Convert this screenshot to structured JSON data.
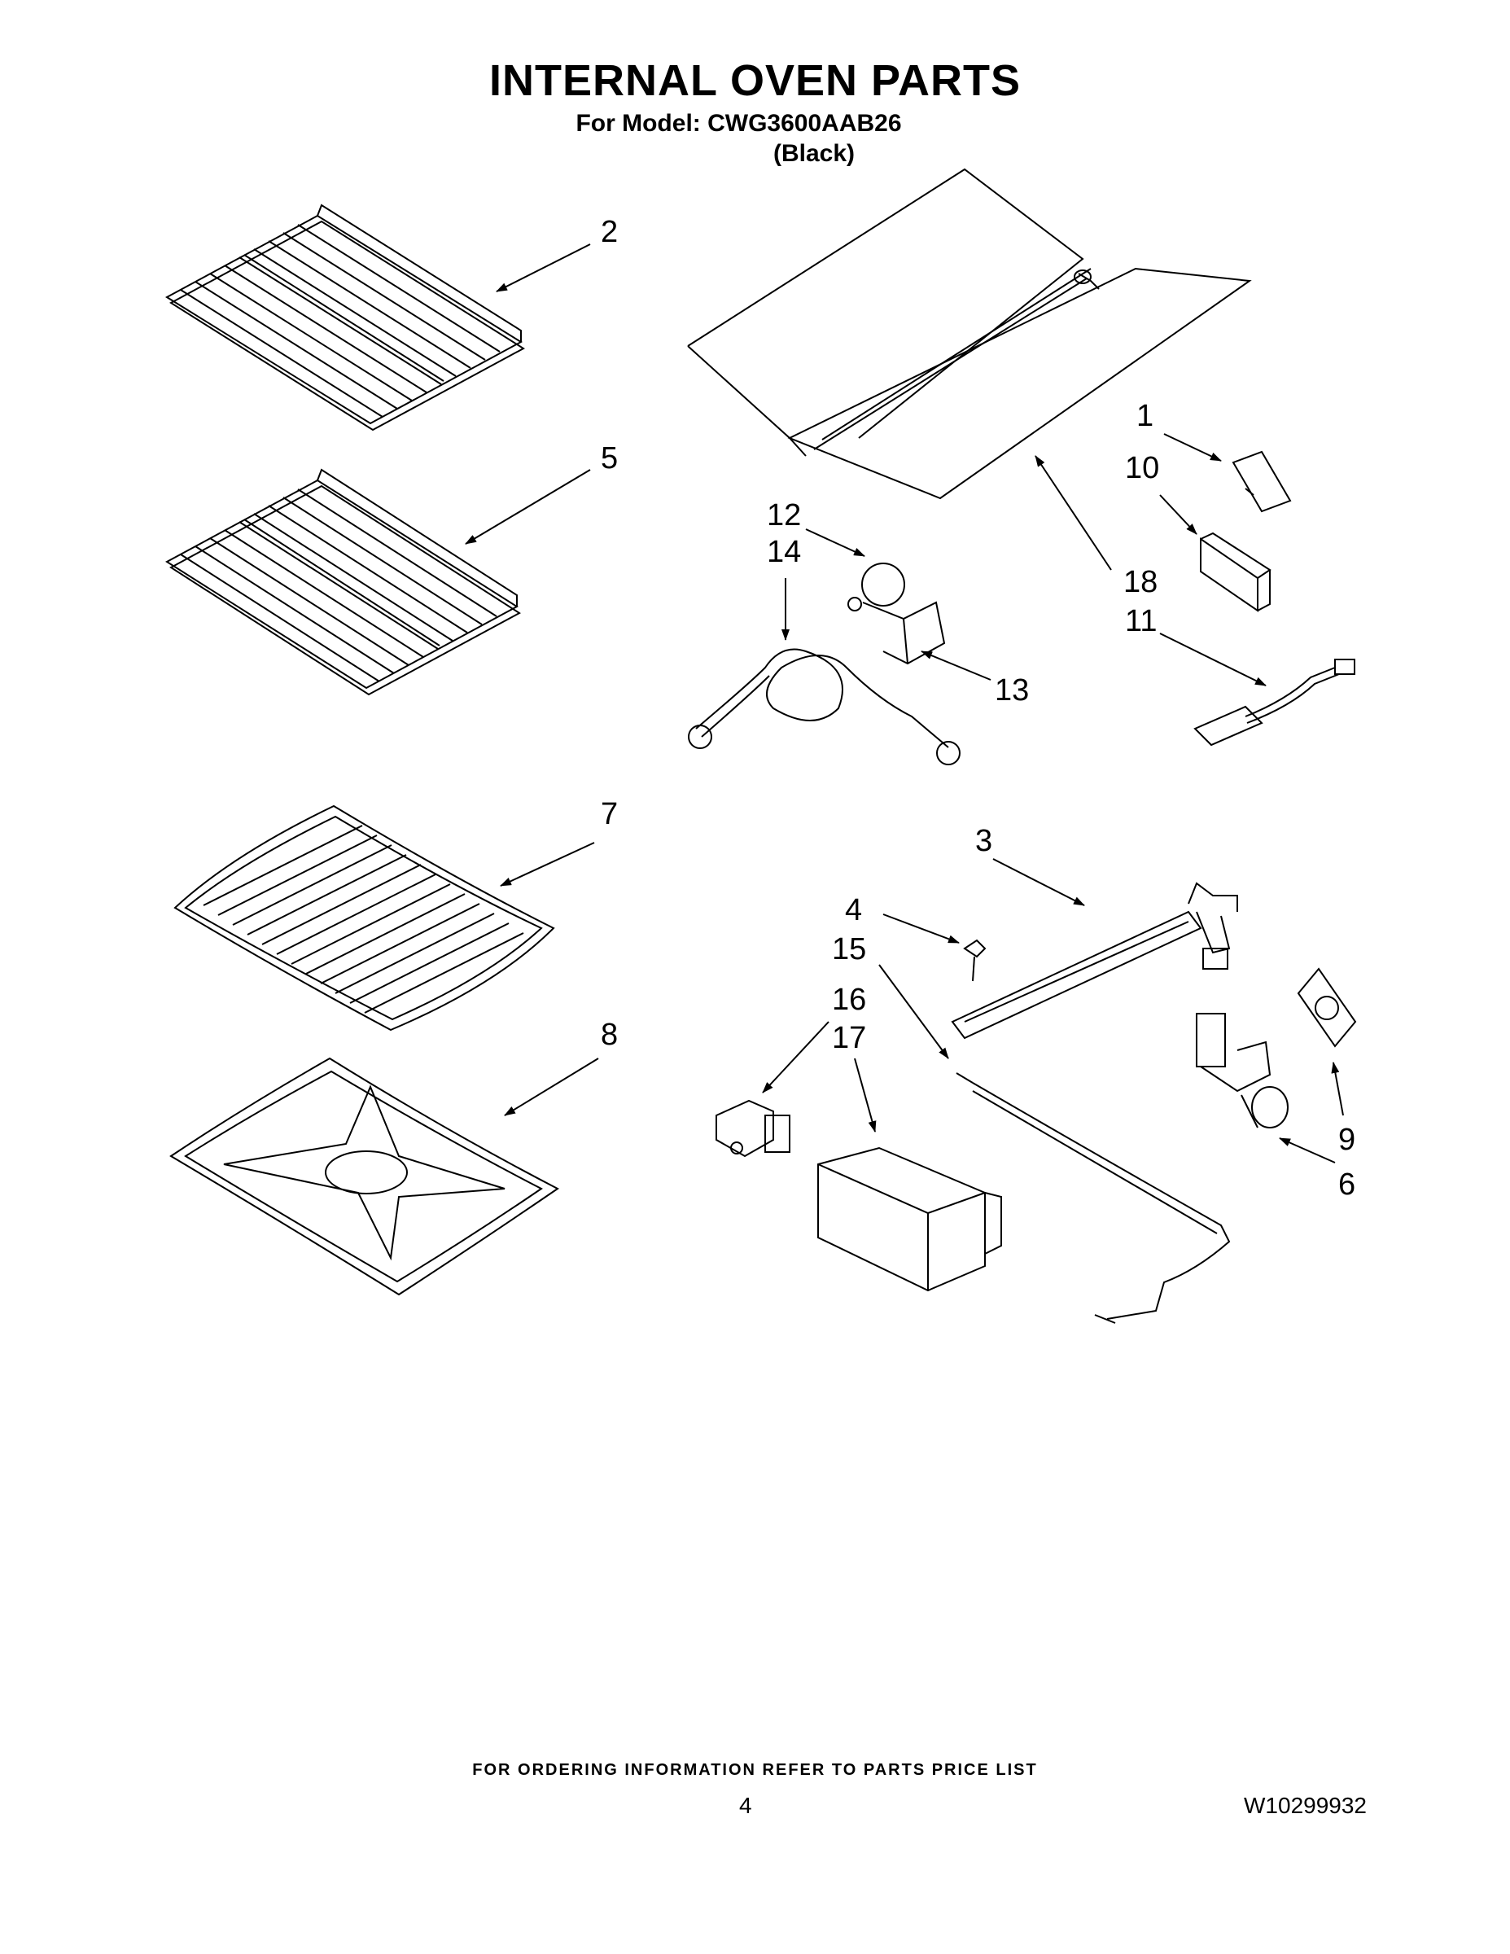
{
  "header": {
    "title": "INTERNAL OVEN PARTS",
    "model_line": "For Model: CWG3600AAB26",
    "variant": "(Black)"
  },
  "callouts": [
    "1",
    "2",
    "3",
    "4",
    "5",
    "6",
    "7",
    "8",
    "9",
    "10",
    "11",
    "12",
    "13",
    "14",
    "15",
    "16",
    "17",
    "18"
  ],
  "footer": {
    "ordering_note": "FOR ORDERING INFORMATION REFER TO PARTS PRICE LIST",
    "page_number": "4",
    "document_number": "W10299932"
  },
  "colors": {
    "line": "#000000",
    "background": "#ffffff"
  }
}
